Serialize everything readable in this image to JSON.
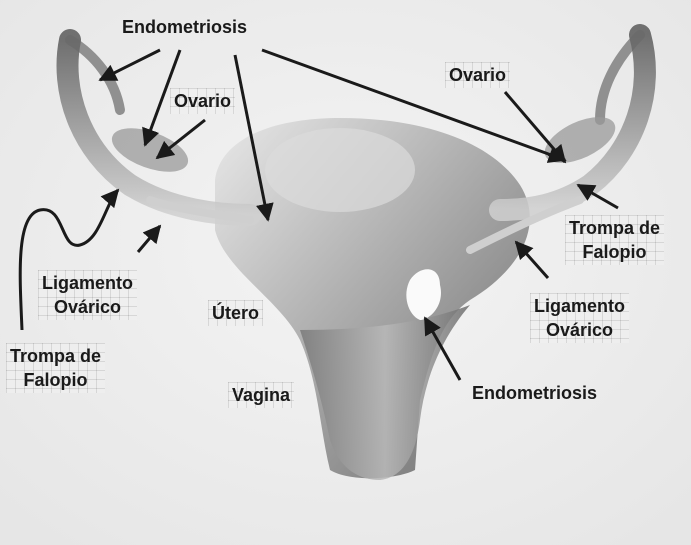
{
  "labels": {
    "endometriosis_top": "Endometriosis",
    "ovario_left": "Ovario",
    "ovario_right": "Ovario",
    "trompa_right_line1": "Trompa de",
    "trompa_right_line2": "Falopio",
    "ligamento_left_line1": "Ligamento",
    "ligamento_left_line2": "Ovárico",
    "utero": "Útero",
    "ligamento_right_line1": "Ligamento",
    "ligamento_right_line2": "Ovárico",
    "trompa_left_line1": "Trompa de",
    "trompa_left_line2": "Falopio",
    "vagina": "Vagina",
    "endometriosis_bottom": "Endometriosis"
  }
}
